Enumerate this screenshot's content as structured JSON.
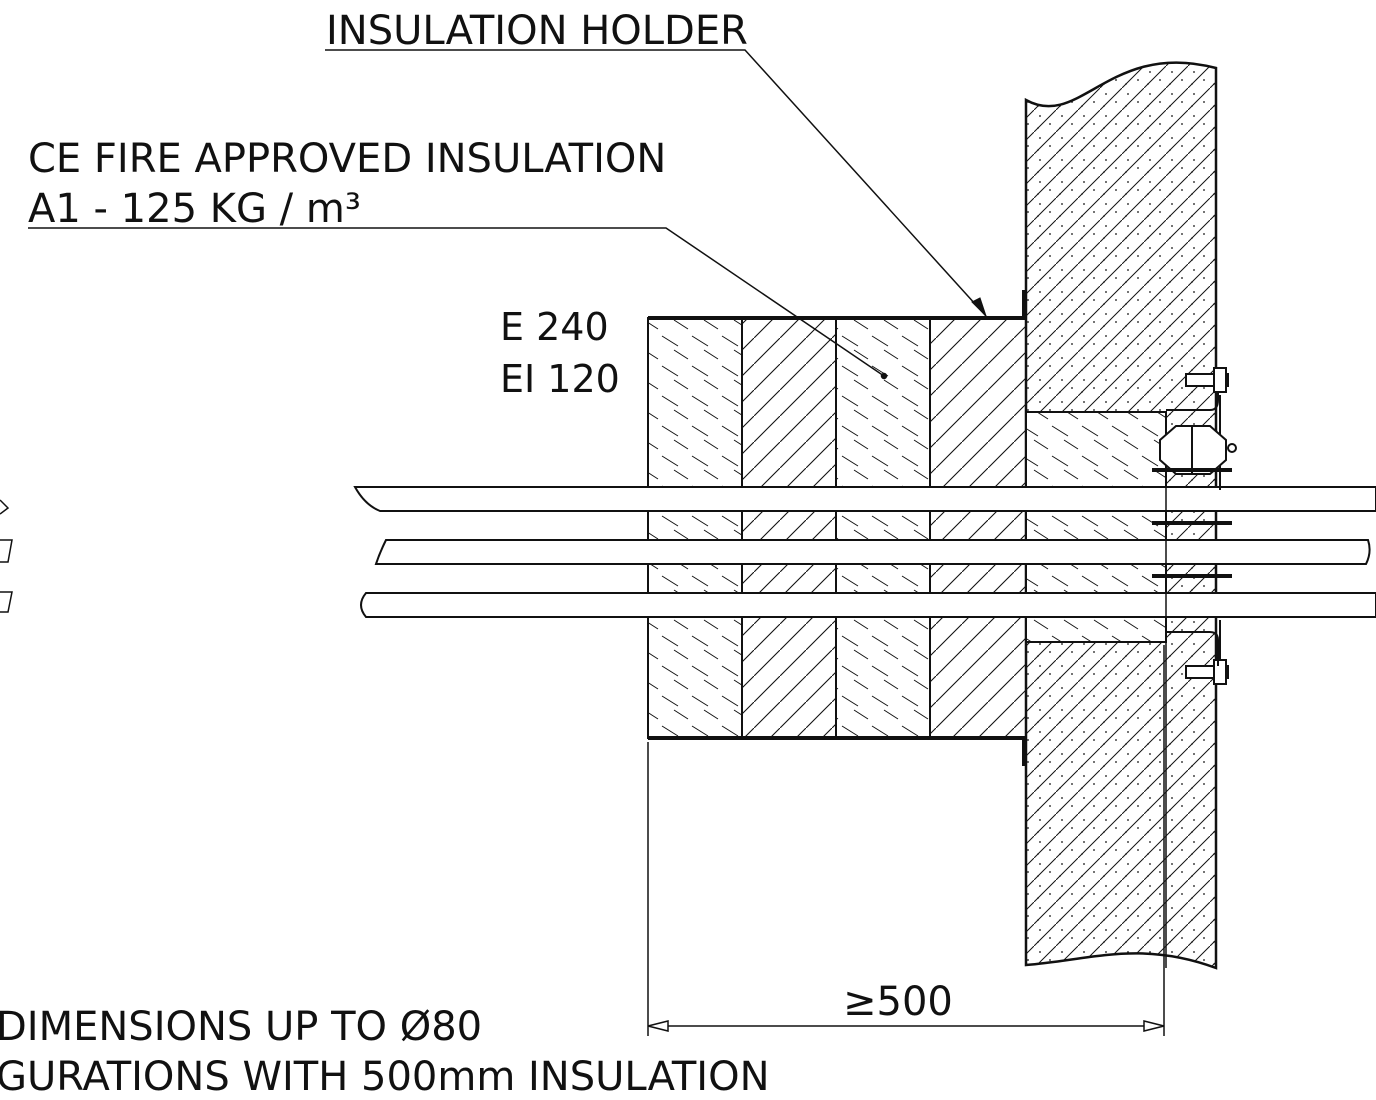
{
  "labels": {
    "insulation_holder": "INSULATION HOLDER",
    "insulation_line1": "CE FIRE APPROVED INSULATION",
    "insulation_line2": "A1 - 125 KG / m³",
    "rating_e": "E 240",
    "rating_ei": "EI 120",
    "dimension": "≥500",
    "note_line1": "DIMENSIONS UP TO Ø80",
    "note_line2": "GURATIONS WITH 500mm INSULATION"
  },
  "colors": {
    "line": "#111111",
    "background": "#ffffff"
  }
}
